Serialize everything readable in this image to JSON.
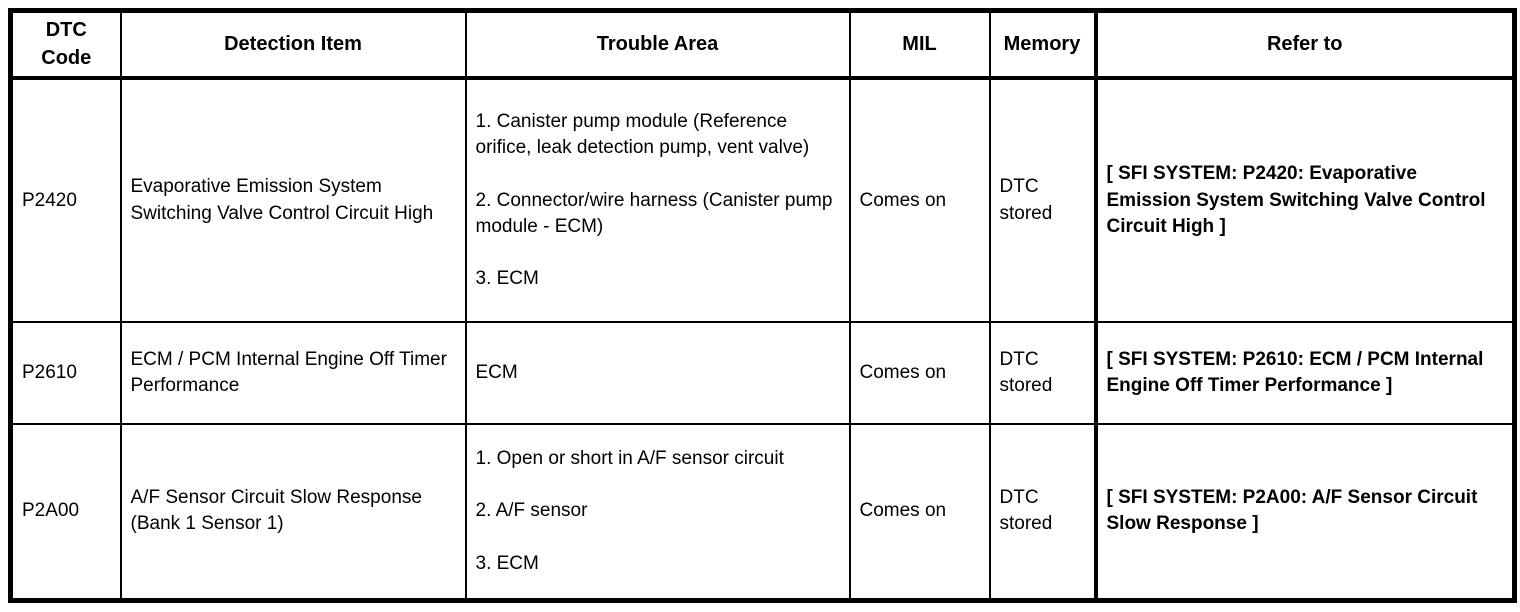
{
  "table": {
    "headers": {
      "dtc_code": "DTC\nCode",
      "detection_item": "Detection Item",
      "trouble_area": "Trouble Area",
      "mil": "MIL",
      "memory": "Memory",
      "refer_to": "Refer to"
    },
    "rows": [
      {
        "dtc_code": "P2420",
        "detection_item": "Evaporative Emission System Switching Valve Control Circuit High",
        "trouble_area": "1. Canister pump module (Reference orifice, leak detection pump, vent valve)\n\n2. Connector/wire harness (Canister pump module - ECM)\n\n3. ECM",
        "mil": "Comes on",
        "memory": "DTC stored",
        "refer_to": "[ SFI SYSTEM: P2420: Evaporative Emission System Switching Valve Control Circuit High ]"
      },
      {
        "dtc_code": "P2610",
        "detection_item": "ECM / PCM Internal Engine Off Timer Performance",
        "trouble_area": "ECM",
        "mil": "Comes on",
        "memory": "DTC stored",
        "refer_to": "[ SFI SYSTEM: P2610: ECM / PCM Internal Engine Off Timer Performance ]"
      },
      {
        "dtc_code": "P2A00",
        "detection_item": "A/F Sensor Circuit Slow Response (Bank 1 Sensor 1)",
        "trouble_area": "1. Open or short in A/F sensor circuit\n\n2. A/F sensor\n\n3. ECM",
        "mil": "Comes on",
        "memory": "DTC stored",
        "refer_to": "[ SFI SYSTEM: P2A00: A/F Sensor Circuit Slow Response ]"
      }
    ],
    "colors": {
      "border": "#000000",
      "background": "#ffffff",
      "text": "#000000"
    }
  }
}
